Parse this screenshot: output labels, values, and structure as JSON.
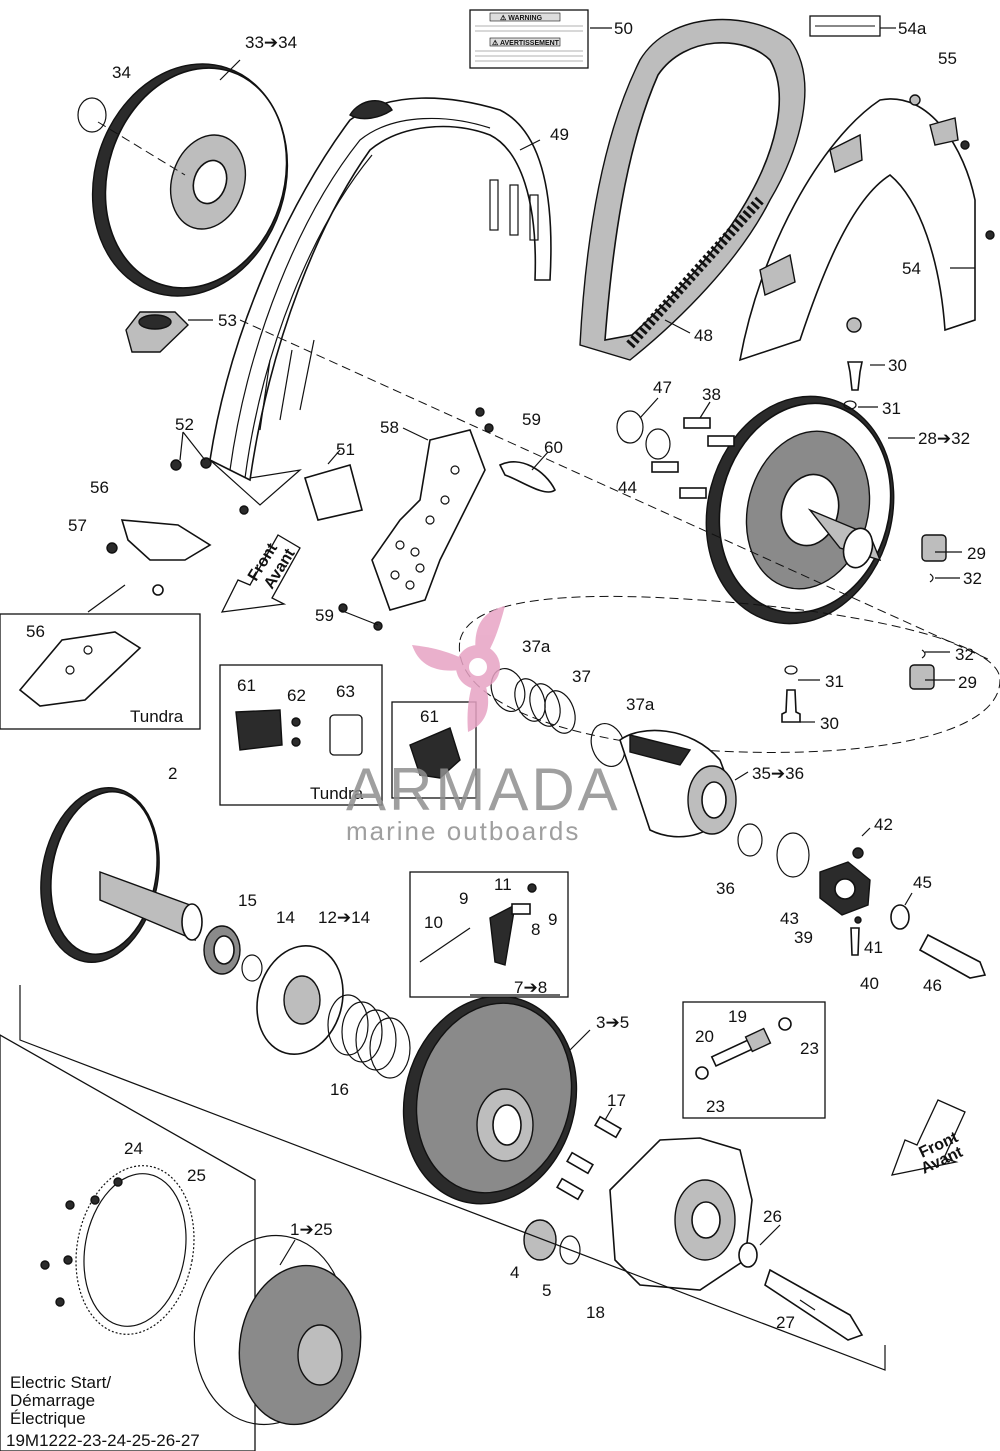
{
  "diagram": {
    "drawing_code": "19M1222-23-24-25-26-27",
    "callouts": {
      "c50": "50",
      "c54a": "54a",
      "c55": "55",
      "c3334": "33➔34",
      "c34": "34",
      "c49": "49",
      "c53": "53",
      "c48": "48",
      "c54": "54",
      "c30a": "30",
      "c31a": "31",
      "c47": "47",
      "c38": "38",
      "c2832": "28➔32",
      "c44": "44",
      "c52": "52",
      "c51": "51",
      "c58": "58",
      "c59a": "59",
      "c60": "60",
      "c56a": "56",
      "c57": "57",
      "c29a": "29",
      "c32a": "32",
      "c59b": "59",
      "c56b": "56",
      "c37a1": "37a",
      "c37": "37",
      "c37a2": "37a",
      "c32b": "32",
      "c31b": "31",
      "c29b": "29",
      "c61a": "61",
      "c62": "62",
      "c63": "63",
      "c61b": "61",
      "c30b": "30",
      "c3536": "35➔36",
      "c2": "2",
      "c42": "42",
      "c36": "36",
      "c43": "43",
      "c45": "45",
      "c15": "15",
      "c14": "14",
      "c1214": "12➔14",
      "c11": "11",
      "c9a": "9",
      "c9b": "9",
      "c10": "10",
      "c8": "8",
      "c39": "39",
      "c41": "41",
      "c40": "40",
      "c46": "46",
      "c78": "7➔8",
      "c35": "3➔5",
      "c16": "16",
      "c19": "19",
      "c20": "20",
      "c23a": "23",
      "c23b": "23",
      "c17": "17",
      "c24": "24",
      "c25": "25",
      "c26": "26",
      "c125": "1➔25",
      "c4": "4",
      "c5": "5",
      "c18": "18",
      "c27": "27"
    },
    "inset_labels": {
      "tundra_bracket": "Tundra",
      "tundra_kit": "Tundra",
      "electric_start": [
        "Electric Start/",
        "Démarrage",
        "Électrique"
      ]
    },
    "direction_arrows": [
      {
        "line1": "Front",
        "line2": "Avant"
      },
      {
        "line1": "Front",
        "line2": "Avant"
      }
    ],
    "warning_label": {
      "heading1": "⚠ WARNING",
      "heading2": "⚠ AVERTISSEMENT"
    }
  },
  "watermark": {
    "brand": "ARMADA",
    "tagline": "marine outboards",
    "accent_color": "#e7a3c4"
  },
  "colors": {
    "line": "#111111",
    "background": "#ffffff"
  }
}
